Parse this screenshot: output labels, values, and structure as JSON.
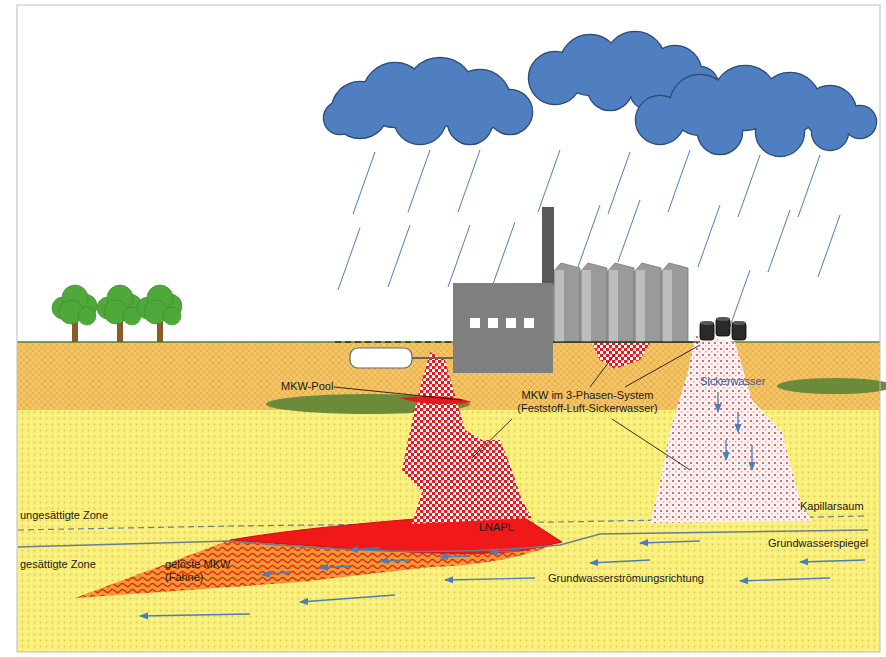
{
  "diagram": {
    "labels": [
      "MKW-Pool",
      "MKW im 3-Phasen-System (Feststoff-Luft-Sickerwasser)",
      "Sickerwasser",
      "LNAPL",
      "ungesättigte Zone",
      "gesättigte Zone",
      "gelöste MKW (Fahne)",
      "Kapillarsaum",
      "Grundwasserspiegel",
      "Grundwasserströmungsrichtung"
    ]
  }
}
